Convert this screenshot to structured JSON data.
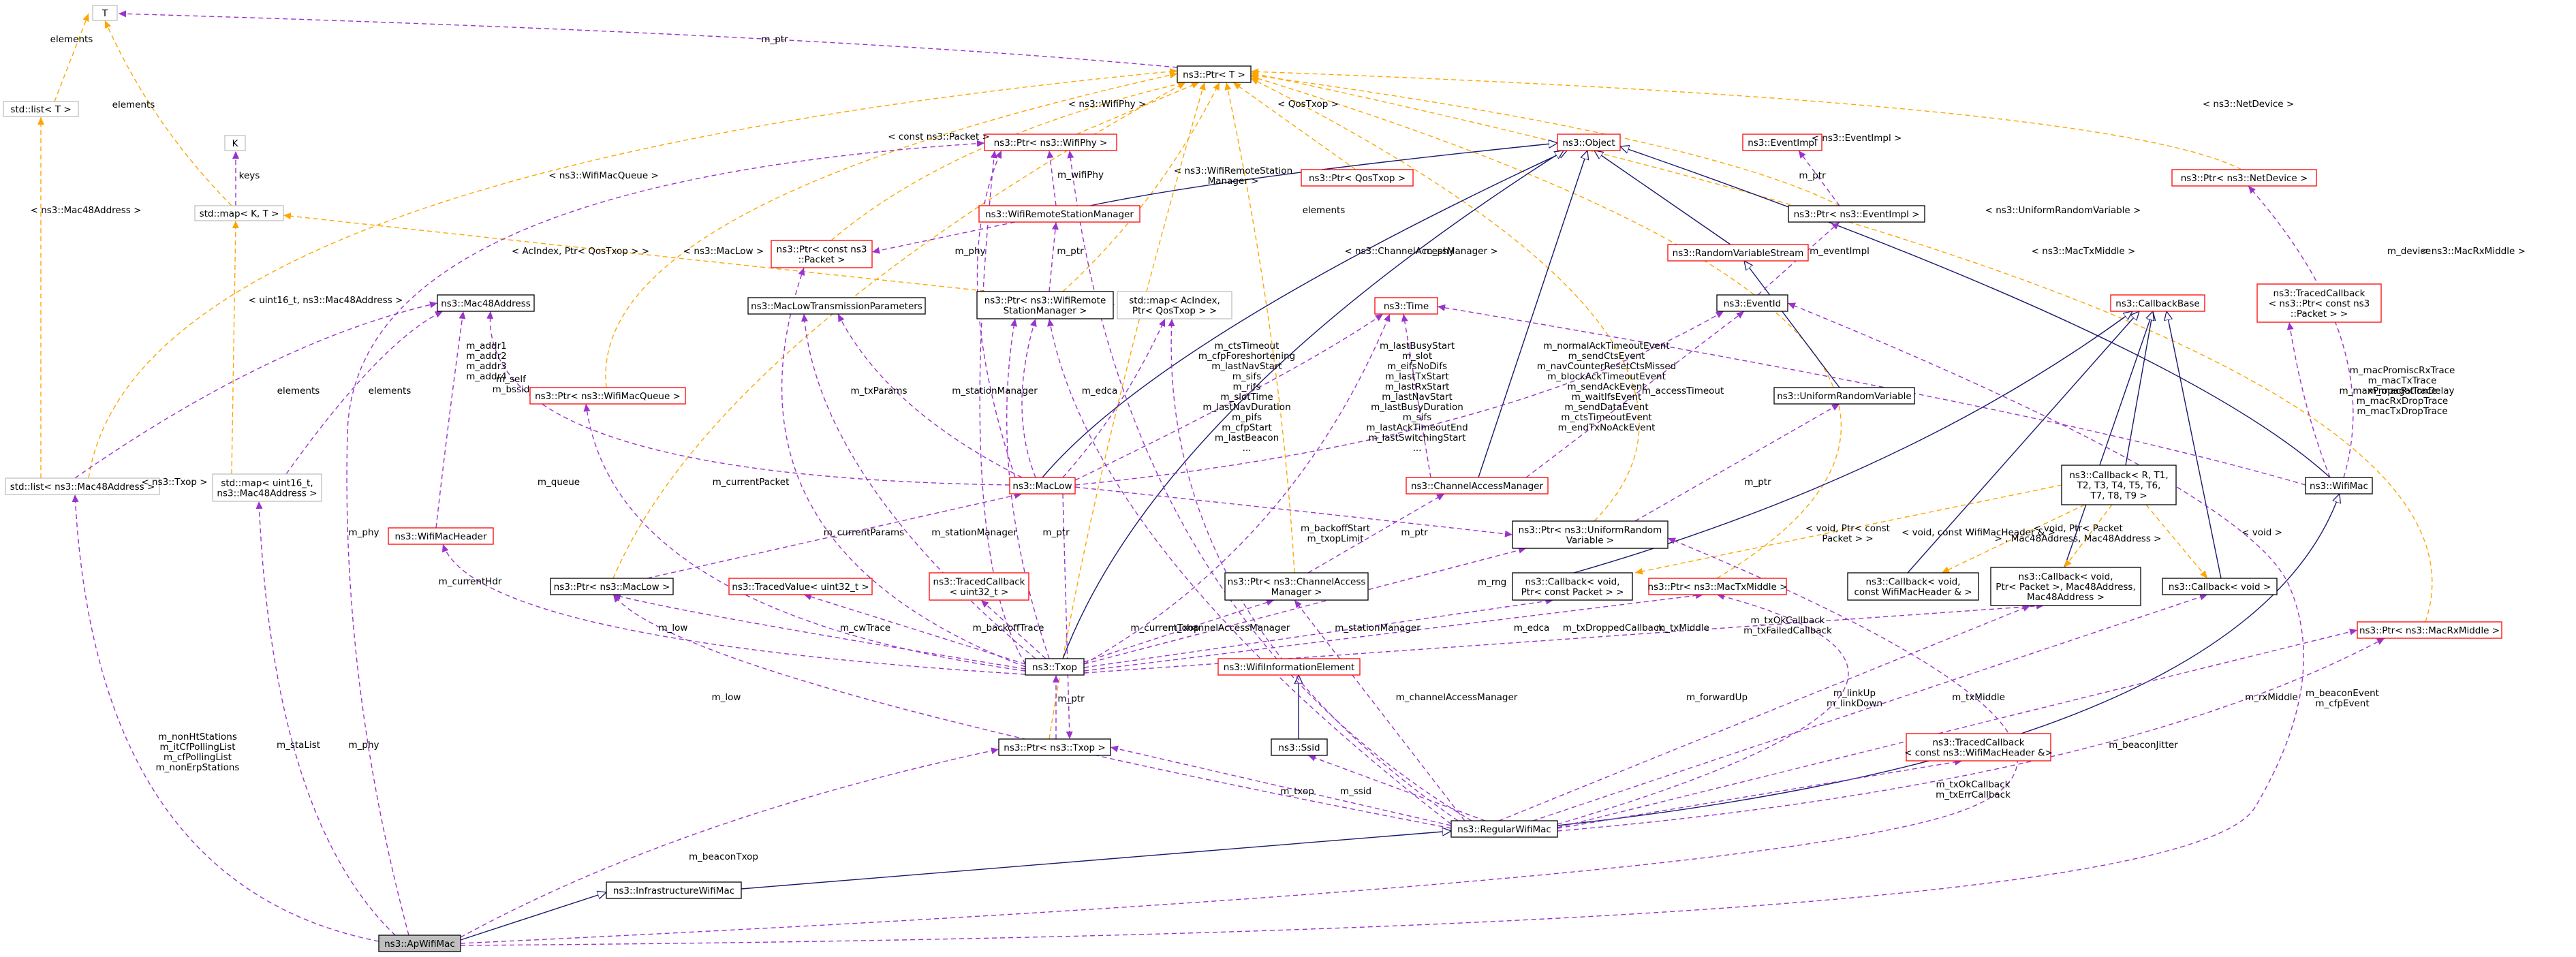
{
  "diagram": {
    "kind": "doxygen-collaboration-graph",
    "highlighted_node": "n_apwifimac",
    "colors": {
      "uses_edge": "#9a32cd",
      "template_edge": "#ffa500",
      "inherit_edge": "#191970",
      "node_black": "#000000",
      "node_red": "#ff0000",
      "node_grey": "#bfbfbf",
      "highlight_fill": "#bfbfbf"
    },
    "nodes": [
      {
        "id": "n_T",
        "lines": [
          "T"
        ],
        "border": "grey"
      },
      {
        "id": "n_ptrT",
        "lines": [
          "ns3::Ptr< T >"
        ],
        "border": "black"
      },
      {
        "id": "n_stdlistT",
        "lines": [
          "std::list< T >"
        ],
        "border": "grey"
      },
      {
        "id": "n_K",
        "lines": [
          "K"
        ],
        "border": "grey"
      },
      {
        "id": "n_mapKT",
        "lines": [
          "std::map< K, T >"
        ],
        "border": "grey"
      },
      {
        "id": "n_ptrWifiPhy",
        "lines": [
          "ns3::Ptr< ns3::WifiPhy >"
        ],
        "border": "red"
      },
      {
        "id": "n_ptrQosTxop",
        "lines": [
          "ns3::Ptr< QosTxop >"
        ],
        "border": "red"
      },
      {
        "id": "n_object",
        "lines": [
          "ns3::Object"
        ],
        "border": "red"
      },
      {
        "id": "n_eventImpl",
        "lines": [
          "ns3::EventImpl"
        ],
        "border": "red"
      },
      {
        "id": "n_ptrEventImpl",
        "lines": [
          "ns3::Ptr< ns3::EventImpl >"
        ],
        "border": "black"
      },
      {
        "id": "n_ptrNetDevice",
        "lines": [
          "ns3::Ptr< ns3::NetDevice >"
        ],
        "border": "red"
      },
      {
        "id": "n_remoteStationMgr",
        "lines": [
          "ns3::WifiRemoteStationManager"
        ],
        "border": "red"
      },
      {
        "id": "n_ptrConstPacket",
        "lines": [
          "ns3::Ptr< const ns3",
          "::Packet >"
        ],
        "border": "red"
      },
      {
        "id": "n_rvs",
        "lines": [
          "ns3::RandomVariableStream"
        ],
        "border": "red"
      },
      {
        "id": "n_callbackBase",
        "lines": [
          "ns3::CallbackBase"
        ],
        "border": "red"
      },
      {
        "id": "n_tracedCbPacket",
        "lines": [
          "ns3::TracedCallback",
          "< ns3::Ptr< const ns3",
          "::Packet > >"
        ],
        "border": "red"
      },
      {
        "id": "n_mac48",
        "lines": [
          "ns3::Mac48Address"
        ],
        "border": "black"
      },
      {
        "id": "n_lowTxParams",
        "lines": [
          "ns3::MacLowTransmissionParameters"
        ],
        "border": "black"
      },
      {
        "id": "n_ptrRemoteMgr",
        "lines": [
          "ns3::Ptr< ns3::WifiRemote",
          "StationManager >"
        ],
        "border": "black"
      },
      {
        "id": "n_mapAcIndex",
        "lines": [
          "std::map< AcIndex,",
          "Ptr< QosTxop > >"
        ],
        "border": "grey"
      },
      {
        "id": "n_time",
        "lines": [
          "ns3::Time"
        ],
        "border": "red"
      },
      {
        "id": "n_eventId",
        "lines": [
          "ns3::EventId"
        ],
        "border": "black"
      },
      {
        "id": "n_ptrMacQueue",
        "lines": [
          "ns3::Ptr< ns3::WifiMacQueue >"
        ],
        "border": "red"
      },
      {
        "id": "n_urv",
        "lines": [
          "ns3::UniformRandomVariable"
        ],
        "border": "black"
      },
      {
        "id": "n_listMac48",
        "lines": [
          "std::list< ns3::Mac48Address >"
        ],
        "border": "grey"
      },
      {
        "id": "n_mapUint16Mac48",
        "lines": [
          "std::map< uint16_t,",
          "ns3::Mac48Address >"
        ],
        "border": "grey"
      },
      {
        "id": "n_macLow",
        "lines": [
          "ns3::MacLow"
        ],
        "border": "red"
      },
      {
        "id": "n_channelAccessMgr",
        "lines": [
          "ns3::ChannelAccessManager"
        ],
        "border": "red"
      },
      {
        "id": "n_callbackRT",
        "lines": [
          "ns3::Callback< R, T1,",
          "T2, T3, T4, T5, T6,",
          "T7, T8, T9 >"
        ],
        "border": "black"
      },
      {
        "id": "n_wifiMac",
        "lines": [
          "ns3::WifiMac"
        ],
        "border": "black"
      },
      {
        "id": "n_ptrUrv",
        "lines": [
          "ns3::Ptr< ns3::UniformRandom",
          "Variable >"
        ],
        "border": "black"
      },
      {
        "id": "n_wifiMacHeader",
        "lines": [
          "ns3::WifiMacHeader"
        ],
        "border": "red"
      },
      {
        "id": "n_ptrMacLow",
        "lines": [
          "ns3::Ptr< ns3::MacLow >"
        ],
        "border": "black"
      },
      {
        "id": "n_tracedValue",
        "lines": [
          "ns3::TracedValue< uint32_t >"
        ],
        "border": "red"
      },
      {
        "id": "n_tracedCbUint",
        "lines": [
          "ns3::TracedCallback",
          "< uint32_t >"
        ],
        "border": "red"
      },
      {
        "id": "n_ptrChannelAccess",
        "lines": [
          "ns3::Ptr< ns3::ChannelAccess",
          "Manager >"
        ],
        "border": "black"
      },
      {
        "id": "n_callbackVoidPtrPacket",
        "lines": [
          "ns3::Callback< void,",
          "Ptr< const Packet > >"
        ],
        "border": "black"
      },
      {
        "id": "n_ptrMacTxMiddle",
        "lines": [
          "ns3::Ptr< ns3::MacTxMiddle >"
        ],
        "border": "red"
      },
      {
        "id": "n_callbackVoidHeader",
        "lines": [
          "ns3::Callback< void,",
          "const WifiMacHeader & >"
        ],
        "border": "black"
      },
      {
        "id": "n_callbackVoidPacketMac",
        "lines": [
          "ns3::Callback< void,",
          "Ptr< Packet >, Mac48Address,",
          "Mac48Address >"
        ],
        "border": "black"
      },
      {
        "id": "n_callbackVoid",
        "lines": [
          "ns3::Callback< void >"
        ],
        "border": "black"
      },
      {
        "id": "n_ptrMacRxMiddle",
        "lines": [
          "ns3::Ptr< ns3::MacRxMiddle >"
        ],
        "border": "red"
      },
      {
        "id": "n_txop",
        "lines": [
          "ns3::Txop"
        ],
        "border": "black"
      },
      {
        "id": "n_wifiInfoElement",
        "lines": [
          "ns3::WifiInformationElement"
        ],
        "border": "red"
      },
      {
        "id": "n_ssid",
        "lines": [
          "ns3::Ssid"
        ],
        "border": "black"
      },
      {
        "id": "n_ptrTxop",
        "lines": [
          "ns3::Ptr< ns3::Txop >"
        ],
        "border": "black"
      },
      {
        "id": "n_tracedCbHeader",
        "lines": [
          "ns3::TracedCallback",
          "< const ns3::WifiMacHeader &>"
        ],
        "border": "red"
      },
      {
        "id": "n_regularWifiMac",
        "lines": [
          "ns3::RegularWifiMac"
        ],
        "border": "black"
      },
      {
        "id": "n_infraWifiMac",
        "lines": [
          "ns3::InfrastructureWifiMac"
        ],
        "border": "black"
      },
      {
        "id": "n_apwifimac",
        "lines": [
          "ns3::ApWifiMac"
        ],
        "border": "black"
      }
    ],
    "edge_labels": [
      {
        "id": "l_mptr_top",
        "lines": [
          "m_ptr"
        ]
      },
      {
        "id": "l_elements_1",
        "lines": [
          "elements"
        ]
      },
      {
        "id": "l_elements_2",
        "lines": [
          "elements"
        ]
      },
      {
        "id": "l_keys",
        "lines": [
          "keys"
        ]
      },
      {
        "id": "l_wifiphy_t",
        "lines": [
          "< ns3::WifiPhy >"
        ]
      },
      {
        "id": "l_qostxop_t",
        "lines": [
          "< QosTxop >"
        ]
      },
      {
        "id": "l_constpacket_t",
        "lines": [
          "< const ns3::Packet >"
        ]
      },
      {
        "id": "l_eventimpl_t",
        "lines": [
          "< ns3::EventImpl >"
        ]
      },
      {
        "id": "l_netdevice_t",
        "lines": [
          "< ns3::NetDevice >"
        ]
      },
      {
        "id": "l_mptr_eventimpl",
        "lines": [
          "m_ptr"
        ]
      },
      {
        "id": "l_remotestation_t",
        "lines": [
          "< ns3::WifiRemoteStation",
          "Manager >"
        ]
      },
      {
        "id": "l_macqueue_t",
        "lines": [
          "< ns3::WifiMacQueue >"
        ]
      },
      {
        "id": "l_mac48_t",
        "lines": [
          "< ns3::Mac48Address >"
        ]
      },
      {
        "id": "l_wifiphy_m",
        "lines": [
          "m_wifiPhy"
        ]
      },
      {
        "id": "l_elements_3",
        "lines": [
          "elements"
        ]
      },
      {
        "id": "l_channelaccess_t",
        "lines": [
          "< ns3::ChannelAccessManager >"
        ]
      },
      {
        "id": "l_urv_t",
        "lines": [
          "< ns3::UniformRandomVariable >"
        ]
      },
      {
        "id": "l_mactxmiddle_t",
        "lines": [
          "< ns3::MacTxMiddle >"
        ]
      },
      {
        "id": "l_macrxmiddle_t",
        "lines": [
          "< ns3::MacRxMiddle >"
        ]
      },
      {
        "id": "l_acindex_t",
        "lines": [
          "< AcIndex, Ptr< QosTxop > >"
        ]
      },
      {
        "id": "l_maclow_t",
        "lines": [
          "< ns3::MacLow >"
        ]
      },
      {
        "id": "l_uint16mac48_t",
        "lines": [
          "< uint16_t, ns3::Mac48Address >"
        ]
      },
      {
        "id": "l_mphy_1",
        "lines": [
          "m_phy"
        ]
      },
      {
        "id": "l_mptr_remote",
        "lines": [
          "m_ptr"
        ]
      },
      {
        "id": "l_mphy_2",
        "lines": [
          "m_phy"
        ]
      },
      {
        "id": "l_eventimpl_m",
        "lines": [
          "m_eventImpl"
        ]
      },
      {
        "id": "l_mdevice",
        "lines": [
          "m_device"
        ]
      },
      {
        "id": "l_addr",
        "lines": [
          "m_addr1",
          "m_addr2",
          "m_addr3",
          "m_addr4"
        ]
      },
      {
        "id": "l_self",
        "lines": [
          "m_self",
          "m_bssid"
        ]
      },
      {
        "id": "l_elements_4",
        "lines": [
          "elements"
        ]
      },
      {
        "id": "l_elements_5",
        "lines": [
          "elements"
        ]
      },
      {
        "id": "l_txop_t",
        "lines": [
          "< ns3::Txop >"
        ]
      },
      {
        "id": "l_txparams",
        "lines": [
          "m_txParams"
        ]
      },
      {
        "id": "l_stationmgr_1",
        "lines": [
          "m_stationManager"
        ]
      },
      {
        "id": "l_medca_1",
        "lines": [
          "m_edca"
        ]
      },
      {
        "id": "l_maclow_times",
        "lines": [
          "m_ctsTimeout",
          "m_cfpForeshortening",
          "m_lastNavStart",
          "m_sifs",
          "m_rifs",
          "m_slotTime",
          "m_lastNavDuration",
          "m_pifs",
          "m_cfpStart",
          "m_lastBeacon",
          "..."
        ]
      },
      {
        "id": "l_cam_times",
        "lines": [
          "m_lastBusyStart",
          "m_slot",
          "m_eifsNoDifs",
          "m_lastTxStart",
          "m_lastRxStart",
          "m_lastNavStart",
          "m_lastBusyDuration",
          "m_sifs",
          "m_lastAckTimeoutEnd",
          "m_lastSwitchingStart",
          "..."
        ]
      },
      {
        "id": "l_maclow_events",
        "lines": [
          "m_normalAckTimeoutEvent",
          "m_sendCtsEvent",
          "m_navCounterResetCtsMissed",
          "m_blockAckTimeoutEvent",
          "m_sendAckEvent",
          "m_waitIfsEvent",
          "m_sendDataEvent",
          "m_ctsTimeoutEvent",
          "m_endTxNoAckEvent"
        ]
      },
      {
        "id": "l_accesstimeout",
        "lines": [
          "m_accessTimeout"
        ]
      },
      {
        "id": "l_maxprop",
        "lines": [
          "m_maxPropagationDelay"
        ]
      },
      {
        "id": "l_wifimac_traces",
        "lines": [
          "m_macPromiscRxTrace",
          "m_macTxTrace",
          "m_macRxTrace",
          "m_macRxDropTrace",
          "m_macTxDropTrace"
        ]
      },
      {
        "id": "l_mcurrentpacket",
        "lines": [
          "m_currentPacket"
        ]
      },
      {
        "id": "l_mqueue",
        "lines": [
          "m_queue"
        ]
      },
      {
        "id": "l_mcurrenthdr",
        "lines": [
          "m_currentHdr"
        ]
      },
      {
        "id": "l_mphy_3",
        "lines": [
          "m_phy"
        ]
      },
      {
        "id": "l_mptr_maclow",
        "lines": [
          "m_ptr"
        ]
      },
      {
        "id": "l_mcurrentparams",
        "lines": [
          "m_currentParams"
        ]
      },
      {
        "id": "l_stationmgr_2",
        "lines": [
          "m_stationManager"
        ]
      },
      {
        "id": "l_backoffstart",
        "lines": [
          "m_backoffStart",
          "m_txopLimit"
        ]
      },
      {
        "id": "l_mptr_cam",
        "lines": [
          "m_ptr"
        ]
      },
      {
        "id": "l_mptr_urv",
        "lines": [
          "m_ptr"
        ]
      },
      {
        "id": "l_voidconstpacket_t",
        "lines": [
          "< void, Ptr< const",
          "Packet > >"
        ]
      },
      {
        "id": "l_voidheader_t",
        "lines": [
          "< void, const WifiMacHeader & >"
        ]
      },
      {
        "id": "l_voidpacketmac_t",
        "lines": [
          "< void, Ptr< Packet",
          "> , Mac48Address, Mac48Address >"
        ]
      },
      {
        "id": "l_void_t",
        "lines": [
          "< void >"
        ]
      },
      {
        "id": "l_mlow_1",
        "lines": [
          "m_low"
        ]
      },
      {
        "id": "l_mcwtrace",
        "lines": [
          "m_cwTrace"
        ]
      },
      {
        "id": "l_mbackofftrace",
        "lines": [
          "m_backoffTrace"
        ]
      },
      {
        "id": "l_mcurrenttxop",
        "lines": [
          "m_currentTxop"
        ]
      },
      {
        "id": "l_mcam_1",
        "lines": [
          "m_channelAccessManager"
        ]
      },
      {
        "id": "l_mrng",
        "lines": [
          "m_rng"
        ]
      },
      {
        "id": "l_mstationmgr_3",
        "lines": [
          "m_stationManager"
        ]
      },
      {
        "id": "l_medca_2",
        "lines": [
          "m_edca"
        ]
      },
      {
        "id": "l_mtxdropped",
        "lines": [
          "m_txDroppedCallback"
        ]
      },
      {
        "id": "l_mtxmiddle_1",
        "lines": [
          "m_txMiddle"
        ]
      },
      {
        "id": "l_mtxokcallback",
        "lines": [
          "m_txOkCallback",
          "m_txFailedCallback"
        ]
      },
      {
        "id": "l_mlow_2",
        "lines": [
          "m_low"
        ]
      },
      {
        "id": "l_mptr_txop",
        "lines": [
          "m_ptr"
        ]
      },
      {
        "id": "l_mcam_2",
        "lines": [
          "m_channelAccessManager"
        ]
      },
      {
        "id": "l_mforwardup",
        "lines": [
          "m_forwardUp"
        ]
      },
      {
        "id": "l_mlinkup",
        "lines": [
          "m_linkUp",
          "m_linkDown"
        ]
      },
      {
        "id": "l_mtxmiddle_2",
        "lines": [
          "m_txMiddle"
        ]
      },
      {
        "id": "l_mbeaconjitter",
        "lines": [
          "m_beaconJitter"
        ]
      },
      {
        "id": "l_mrxmiddle",
        "lines": [
          "m_rxMiddle"
        ]
      },
      {
        "id": "l_mbeaconevent",
        "lines": [
          "m_beaconEvent",
          "m_cfpEvent"
        ]
      },
      {
        "id": "l_mtxop",
        "lines": [
          "m_txop"
        ]
      },
      {
        "id": "l_mssid",
        "lines": [
          "m_ssid"
        ]
      },
      {
        "id": "l_mtxokcallback_2",
        "lines": [
          "m_txOkCallback",
          "m_txErrCallback"
        ]
      },
      {
        "id": "l_mphy_4",
        "lines": [
          "m_phy"
        ]
      },
      {
        "id": "l_mnonht",
        "lines": [
          "m_nonHtStations",
          "m_itCfPollingList",
          "m_cfPollingList",
          "m_nonErpStations"
        ]
      },
      {
        "id": "l_mstalist",
        "lines": [
          "m_staList"
        ]
      },
      {
        "id": "l_mbeacontxop",
        "lines": [
          "m_beaconTxop"
        ]
      }
    ]
  }
}
